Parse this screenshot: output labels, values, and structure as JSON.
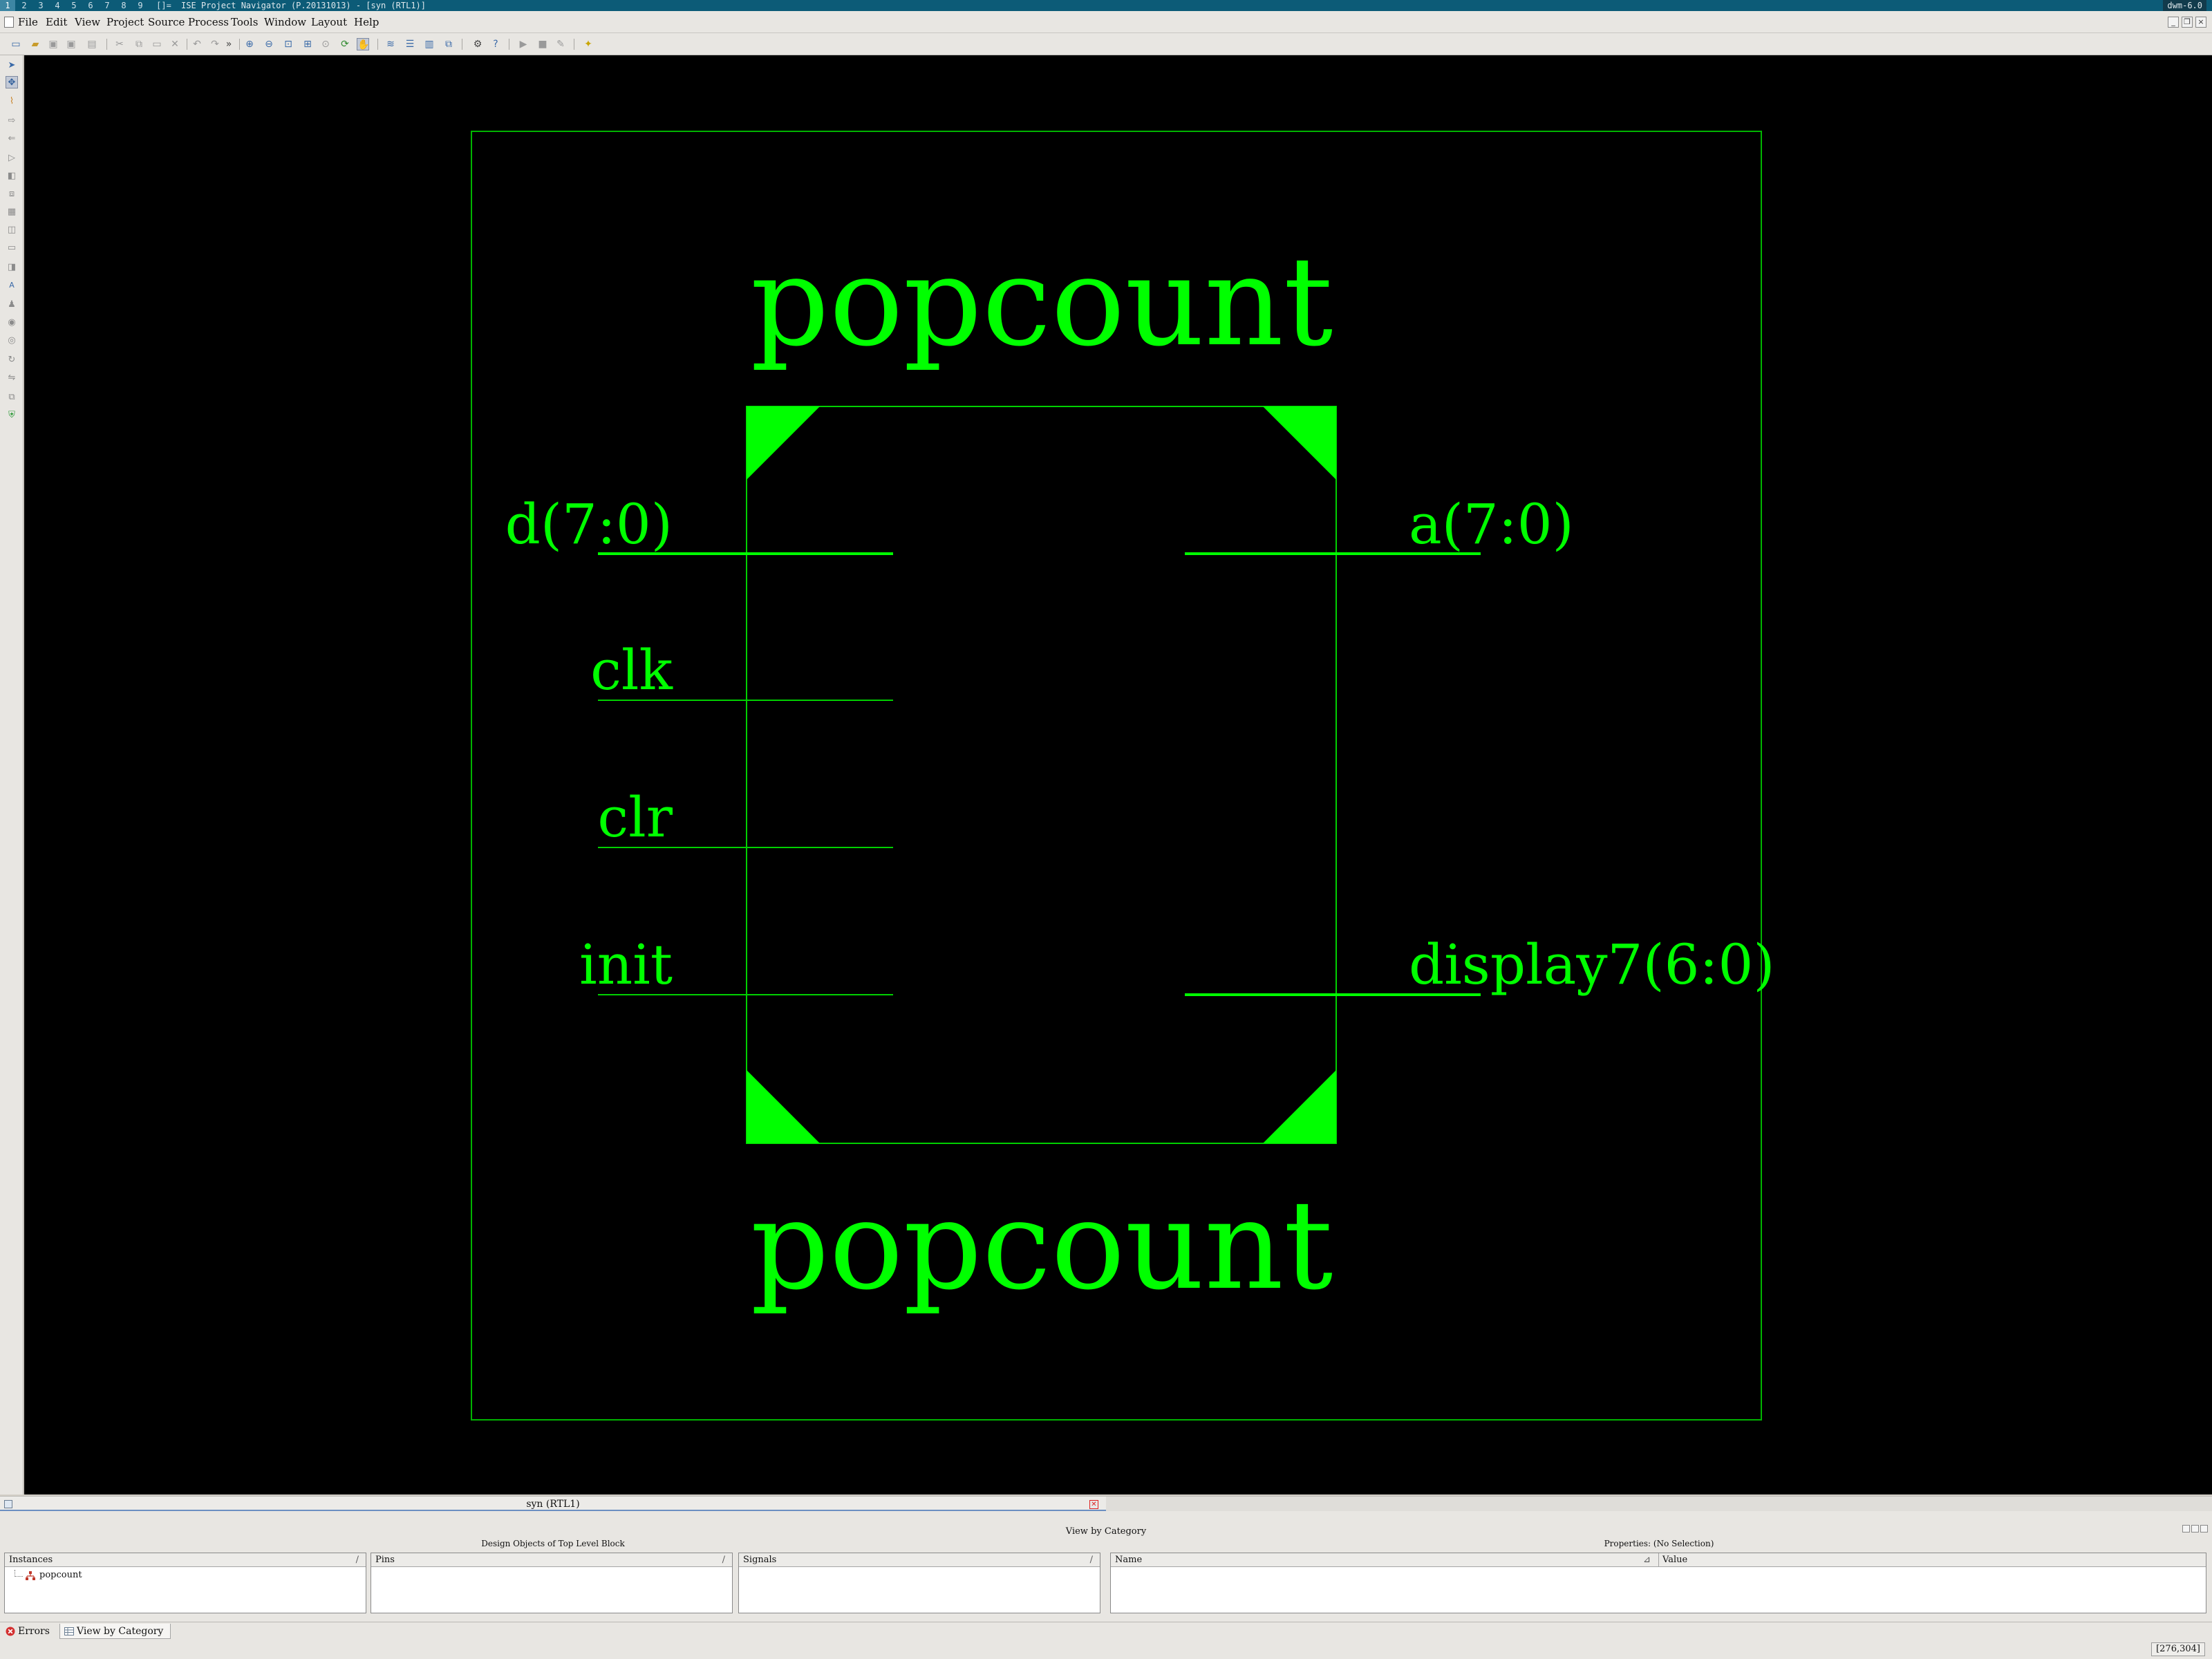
{
  "window_manager": {
    "workspaces": [
      "1",
      "2",
      "3",
      "4",
      "5",
      "6",
      "7",
      "8",
      "9",
      "[]="
    ],
    "active_workspace": "1",
    "title": "ISE Project Navigator (P.20131013) - [syn (RTL1)]",
    "right_text": "dwm-6.0"
  },
  "menu": {
    "items": [
      "File",
      "Edit",
      "View",
      "Project",
      "Source",
      "Process",
      "Tools",
      "Window",
      "Layout",
      "Help"
    ]
  },
  "toolbar": {
    "icons": [
      "new-file-icon",
      "open-folder-icon",
      "save-icon",
      "save-all-icon",
      "print-icon",
      "cut-icon",
      "copy-icon",
      "paste-icon",
      "delete-icon",
      "undo-icon",
      "redo-icon",
      "more-icon",
      "zoom-in-icon",
      "zoom-out-icon",
      "zoom-fit-icon",
      "zoom-area-icon",
      "zoom-selection-icon",
      "refresh-icon",
      "pan-icon",
      "cascade-icon",
      "tile-horizontal-icon",
      "tile-vertical-icon",
      "window-icon",
      "settings-icon",
      "help-icon",
      "run-icon",
      "stop-icon",
      "configure-icon",
      "hint-icon"
    ]
  },
  "schematic": {
    "top_label": "popcount",
    "bottom_label": "popcount",
    "inputs": [
      "d(7:0)",
      "clk",
      "clr",
      "init"
    ],
    "outputs": [
      "a(7:0)",
      "display7(6:0)"
    ],
    "color": "#00ff00",
    "background": "#000000"
  },
  "document_tab": {
    "title": "syn (RTL1)"
  },
  "panel": {
    "header": "View by Category",
    "left_title": "Design Objects of Top Level Block",
    "right_title": "Properties: (No Selection)",
    "instances_header": "Instances",
    "pins_header": "Pins",
    "signals_header": "Signals",
    "instances": [
      "popcount"
    ],
    "sort_glyph": "/",
    "properties_name_header": "Name",
    "properties_value_header": "Value"
  },
  "bottom_tabs": [
    {
      "label": "Errors",
      "active": false
    },
    {
      "label": "View by Category",
      "active": true
    }
  ],
  "status": {
    "coords": "[276,304]"
  }
}
